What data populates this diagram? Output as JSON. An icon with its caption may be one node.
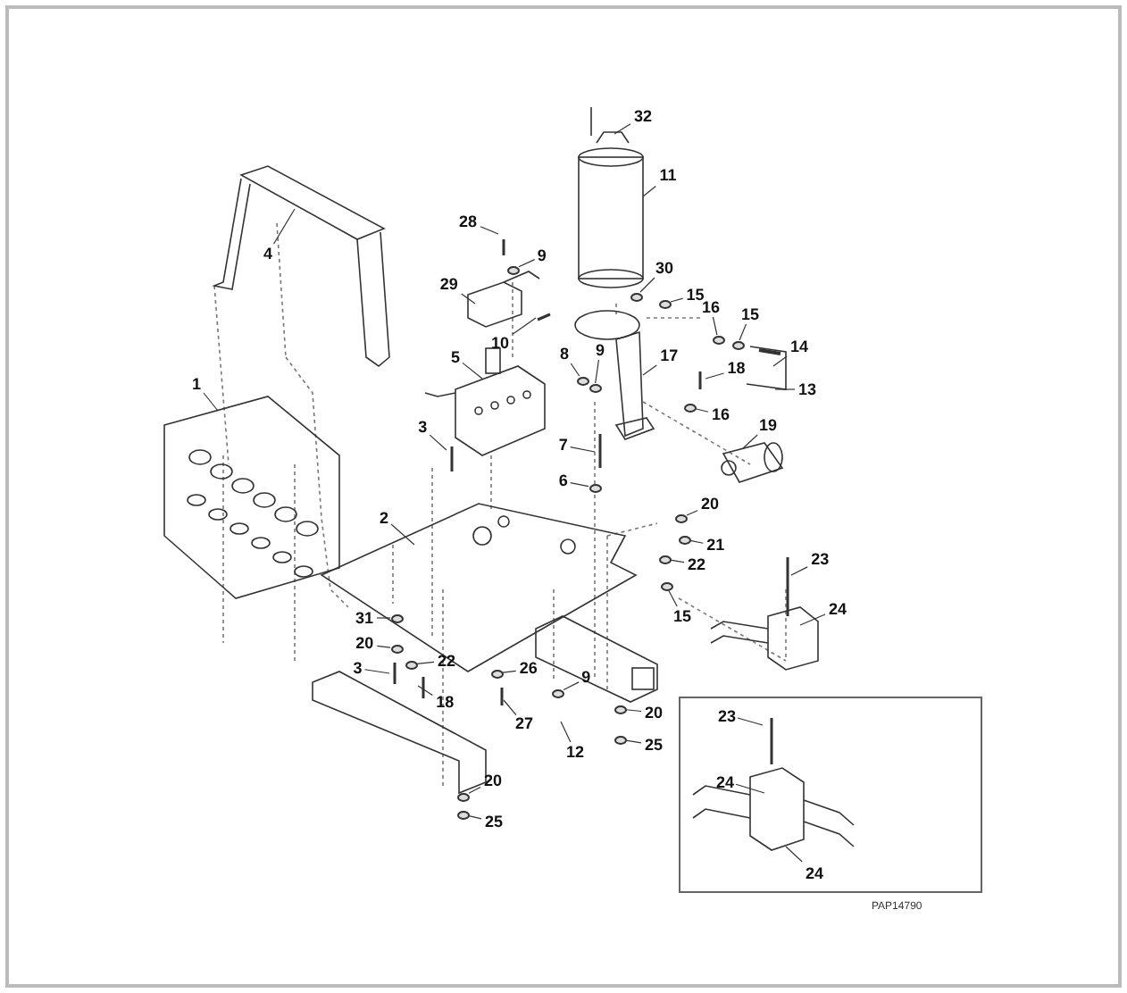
{
  "diagram": {
    "nodes": [
      {
        "text": [
          "32"
        ]
      },
      {
        "text": [
          "11"
        ]
      },
      {
        "text": [
          "28"
        ]
      },
      {
        "text": [
          "4"
        ]
      },
      {
        "text": [
          "9"
        ]
      },
      {
        "text": [
          "30"
        ]
      },
      {
        "text": [
          "29"
        ]
      },
      {
        "text": [
          "15"
        ]
      },
      {
        "text": [
          "16"
        ]
      },
      {
        "text": [
          "15"
        ]
      },
      {
        "text": [
          "10"
        ]
      },
      {
        "text": [
          "14"
        ]
      },
      {
        "text": [
          "5"
        ]
      },
      {
        "text": [
          "8"
        ]
      },
      {
        "text": [
          "17"
        ]
      },
      {
        "text": [
          "9"
        ]
      },
      {
        "text": [
          "18"
        ]
      },
      {
        "text": [
          "1"
        ]
      },
      {
        "text": [
          "13"
        ]
      },
      {
        "text": [
          "16"
        ]
      },
      {
        "text": [
          "3"
        ]
      },
      {
        "text": [
          "7"
        ]
      },
      {
        "text": [
          "19"
        ]
      },
      {
        "text": [
          "6"
        ]
      },
      {
        "text": [
          "20"
        ]
      },
      {
        "text": [
          "2"
        ]
      },
      {
        "text": [
          "21"
        ]
      },
      {
        "text": [
          "23"
        ]
      },
      {
        "text": [
          "22"
        ]
      },
      {
        "text": [
          "15"
        ]
      },
      {
        "text": [
          "24"
        ]
      },
      {
        "text": [
          "31"
        ]
      },
      {
        "text": [
          "20"
        ]
      },
      {
        "text": [
          "22"
        ]
      },
      {
        "text": [
          "3"
        ]
      },
      {
        "text": [
          "26"
        ]
      },
      {
        "text": [
          "9"
        ]
      },
      {
        "text": [
          "18"
        ]
      },
      {
        "text": [
          "20"
        ]
      },
      {
        "text": [
          "27"
        ]
      },
      {
        "text": [],
        "shape": "box"
      },
      {
        "text": [
          "23"
        ],
        "in": 40
      },
      {
        "text": [
          "12"
        ]
      },
      {
        "text": [
          "25"
        ]
      },
      {
        "text": [
          "20"
        ]
      },
      {
        "text": [
          "24"
        ],
        "in": 40
      },
      {
        "text": [
          "25"
        ]
      },
      {
        "text": [
          "24"
        ],
        "in": 40
      },
      {
        "text": [],
        "shape": "circle"
      },
      {
        "text": [],
        "shape": "circle"
      },
      {
        "text": [],
        "shape": "circle"
      },
      {
        "text": [],
        "shape": "circle"
      },
      {
        "text": [],
        "shape": "circle"
      },
      {
        "text": [],
        "shape": "circle"
      },
      {
        "text": [],
        "shape": "circle"
      },
      {
        "text": [],
        "shape": "circle"
      },
      {
        "text": [],
        "shape": "circle"
      },
      {
        "text": [],
        "shape": "circle"
      },
      {
        "text": [],
        "shape": "circle"
      },
      {
        "text": [],
        "shape": "circle"
      },
      {
        "text": [],
        "shape": "circle"
      },
      {
        "text": [],
        "shape": "circle"
      },
      {
        "text": [],
        "shape": "circle"
      },
      {
        "text": [],
        "shape": "circle"
      },
      {
        "text": [],
        "shape": "circle"
      },
      {
        "text": [],
        "shape": "circle"
      },
      {
        "text": [],
        "shape": "circle"
      },
      {
        "text": [],
        "shape": "circle"
      },
      {
        "text": [],
        "shape": "circle"
      },
      {
        "text": [],
        "shape": "circle"
      }
    ],
    "edges": [
      {
        "from": 0,
        "to": null,
        "arrow": "none"
      },
      {
        "from": 1,
        "to": null,
        "arrow": "none"
      },
      {
        "from": 2,
        "to": null,
        "arrow": "none"
      },
      {
        "from": 3,
        "to": null,
        "arrow": "none"
      },
      {
        "from": 4,
        "to": 67,
        "arrow": "none"
      },
      {
        "from": 5,
        "to": 66,
        "arrow": "none"
      },
      {
        "from": 6,
        "to": null,
        "arrow": "none"
      },
      {
        "from": 7,
        "to": 65,
        "arrow": "none"
      },
      {
        "from": 8,
        "to": 62,
        "arrow": "none"
      },
      {
        "from": 9,
        "to": 63,
        "arrow": "none"
      },
      {
        "from": 10,
        "to": null,
        "arrow": "none"
      },
      {
        "from": 11,
        "to": null,
        "arrow": "none"
      },
      {
        "from": 12,
        "to": null,
        "arrow": "none"
      },
      {
        "from": 13,
        "to": 69,
        "arrow": "none"
      },
      {
        "from": 14,
        "to": null,
        "arrow": "none"
      },
      {
        "from": 15,
        "to": 68,
        "arrow": "none"
      },
      {
        "from": 16,
        "to": null,
        "arrow": "none"
      },
      {
        "from": 17,
        "to": null,
        "arrow": "none"
      },
      {
        "from": 18,
        "to": null,
        "arrow": "none"
      },
      {
        "from": 19,
        "to": 64,
        "arrow": "none"
      },
      {
        "from": 20,
        "to": null,
        "arrow": "none"
      },
      {
        "from": 21,
        "to": null,
        "arrow": "none"
      },
      {
        "from": 22,
        "to": null,
        "arrow": "none"
      },
      {
        "from": 23,
        "to": 48,
        "arrow": "none"
      },
      {
        "from": 24,
        "to": 49,
        "arrow": "none"
      },
      {
        "from": 25,
        "to": null,
        "arrow": "none"
      },
      {
        "from": 26,
        "to": 50,
        "arrow": "none"
      },
      {
        "from": 27,
        "to": null,
        "arrow": "none"
      },
      {
        "from": 28,
        "to": 51,
        "arrow": "none"
      },
      {
        "from": 29,
        "to": 52,
        "arrow": "none"
      },
      {
        "from": 30,
        "to": null,
        "arrow": "none"
      },
      {
        "from": 31,
        "to": 53,
        "arrow": "none"
      },
      {
        "from": 32,
        "to": 54,
        "arrow": "none"
      },
      {
        "from": 33,
        "to": 55,
        "arrow": "none"
      },
      {
        "from": 34,
        "to": null,
        "arrow": "none"
      },
      {
        "from": 35,
        "to": 56,
        "arrow": "none"
      },
      {
        "from": 36,
        "to": 57,
        "arrow": "none"
      },
      {
        "from": 37,
        "to": null,
        "arrow": "none"
      },
      {
        "from": 38,
        "to": 58,
        "arrow": "none"
      },
      {
        "from": 39,
        "to": null,
        "arrow": "none"
      },
      {
        "from": 41,
        "to": null,
        "arrow": "none"
      },
      {
        "from": 42,
        "to": null,
        "arrow": "none"
      },
      {
        "from": 43,
        "to": 59,
        "arrow": "none"
      },
      {
        "from": 44,
        "to": 60,
        "arrow": "none"
      },
      {
        "from": 45,
        "to": null,
        "arrow": "none"
      },
      {
        "from": 46,
        "to": 61,
        "arrow": "none"
      },
      {
        "from": 47,
        "to": null,
        "arrow": "none"
      }
    ],
    "labels": [
      "PAP14790"
    ]
  }
}
